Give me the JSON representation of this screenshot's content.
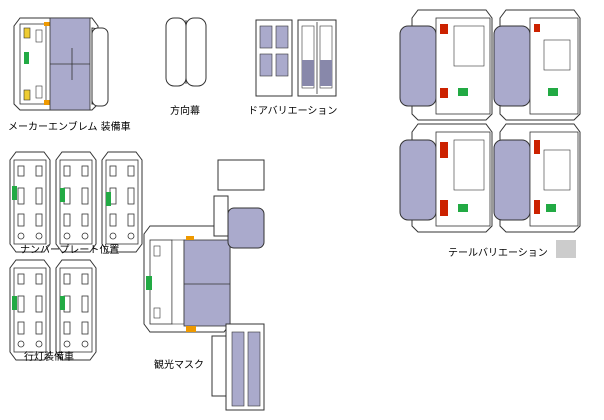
{
  "labels": {
    "maker_emblem": "メーカーエンブレム 装備車",
    "destination_sign": "方向幕",
    "door_variation": "ドアバリエーション",
    "tail_variation": "テールバリエーション",
    "number_plate_position": "ナンバープレート位置",
    "marker_light_equipped": "行灯装備車",
    "tour_mask": "観光マスク"
  },
  "colors": {
    "outline": "#333333",
    "panel_fill": "#ffffff",
    "glass": "#aaaacc",
    "glass_dark": "#8888aa",
    "plate_green": "#22aa44",
    "lamp_red": "#cc2200",
    "lamp_orange": "#ee9900",
    "headlight_yellow": "#eecc33",
    "shadow_grey": "#cccccc"
  }
}
